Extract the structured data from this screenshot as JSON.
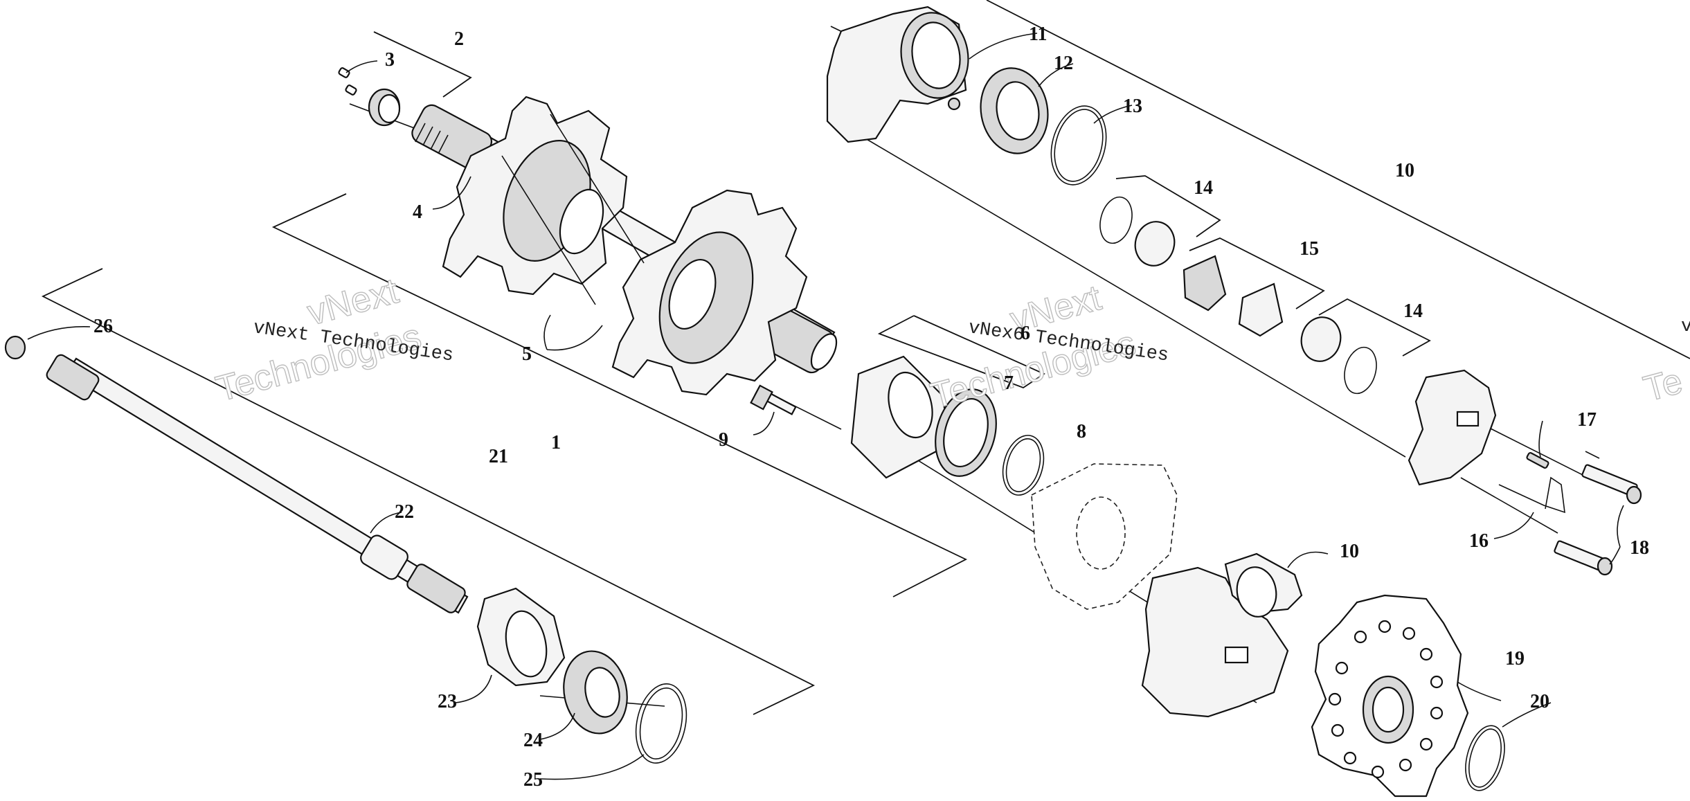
{
  "watermark": {
    "brand_line1": "vNext",
    "brand_line2": "Technologies",
    "caption": "vNext Technologies",
    "caption_overlap": "vNex6 Technologies",
    "edge_v": "v",
    "edge_te": "Te"
  },
  "callouts": {
    "c1": "1",
    "c2": "2",
    "c3": "3",
    "c4": "4",
    "c5": "5",
    "c6": "6",
    "c7": "7",
    "c8": "8",
    "c9": "9",
    "c10a": "10",
    "c10b": "10",
    "c11": "11",
    "c12": "12",
    "c13": "13",
    "c14a": "14",
    "c14b": "14",
    "c15": "15",
    "c16": "16",
    "c17": "17",
    "c18": "18",
    "c19": "19",
    "c20": "20",
    "c21": "21",
    "c22": "22",
    "c23": "23",
    "c24": "24",
    "c25": "25",
    "c26": "26"
  }
}
